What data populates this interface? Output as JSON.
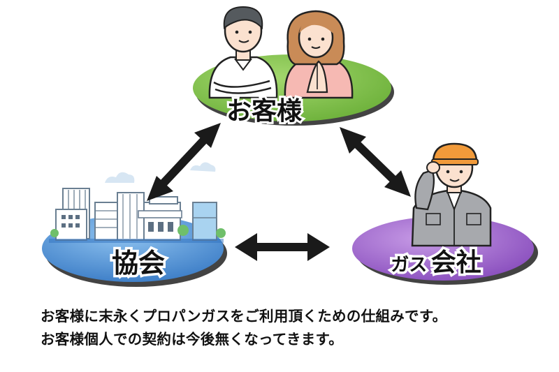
{
  "diagram": {
    "nodes": {
      "customer": {
        "label": "お客様",
        "color": "#7cc045"
      },
      "association": {
        "label": "協会",
        "color": "#4e8fd6"
      },
      "gas_company": {
        "label_small": "ガス",
        "label_large": "会社",
        "color": "#9b5fc9"
      }
    },
    "edges": [
      {
        "from": "customer",
        "to": "association",
        "direction": "both"
      },
      {
        "from": "customer",
        "to": "gas_company",
        "direction": "both"
      },
      {
        "from": "association",
        "to": "gas_company",
        "direction": "both"
      }
    ],
    "icons": [
      "man-arms-crossed-icon",
      "woman-praying-icon",
      "city-buildings-icon",
      "worker-helmet-icon"
    ]
  },
  "caption": {
    "line1": "お客様に末永くプロパンガスをご利用頂くための仕組みです。",
    "line2": "お客様個人での契約は今後無くなってきます。"
  }
}
